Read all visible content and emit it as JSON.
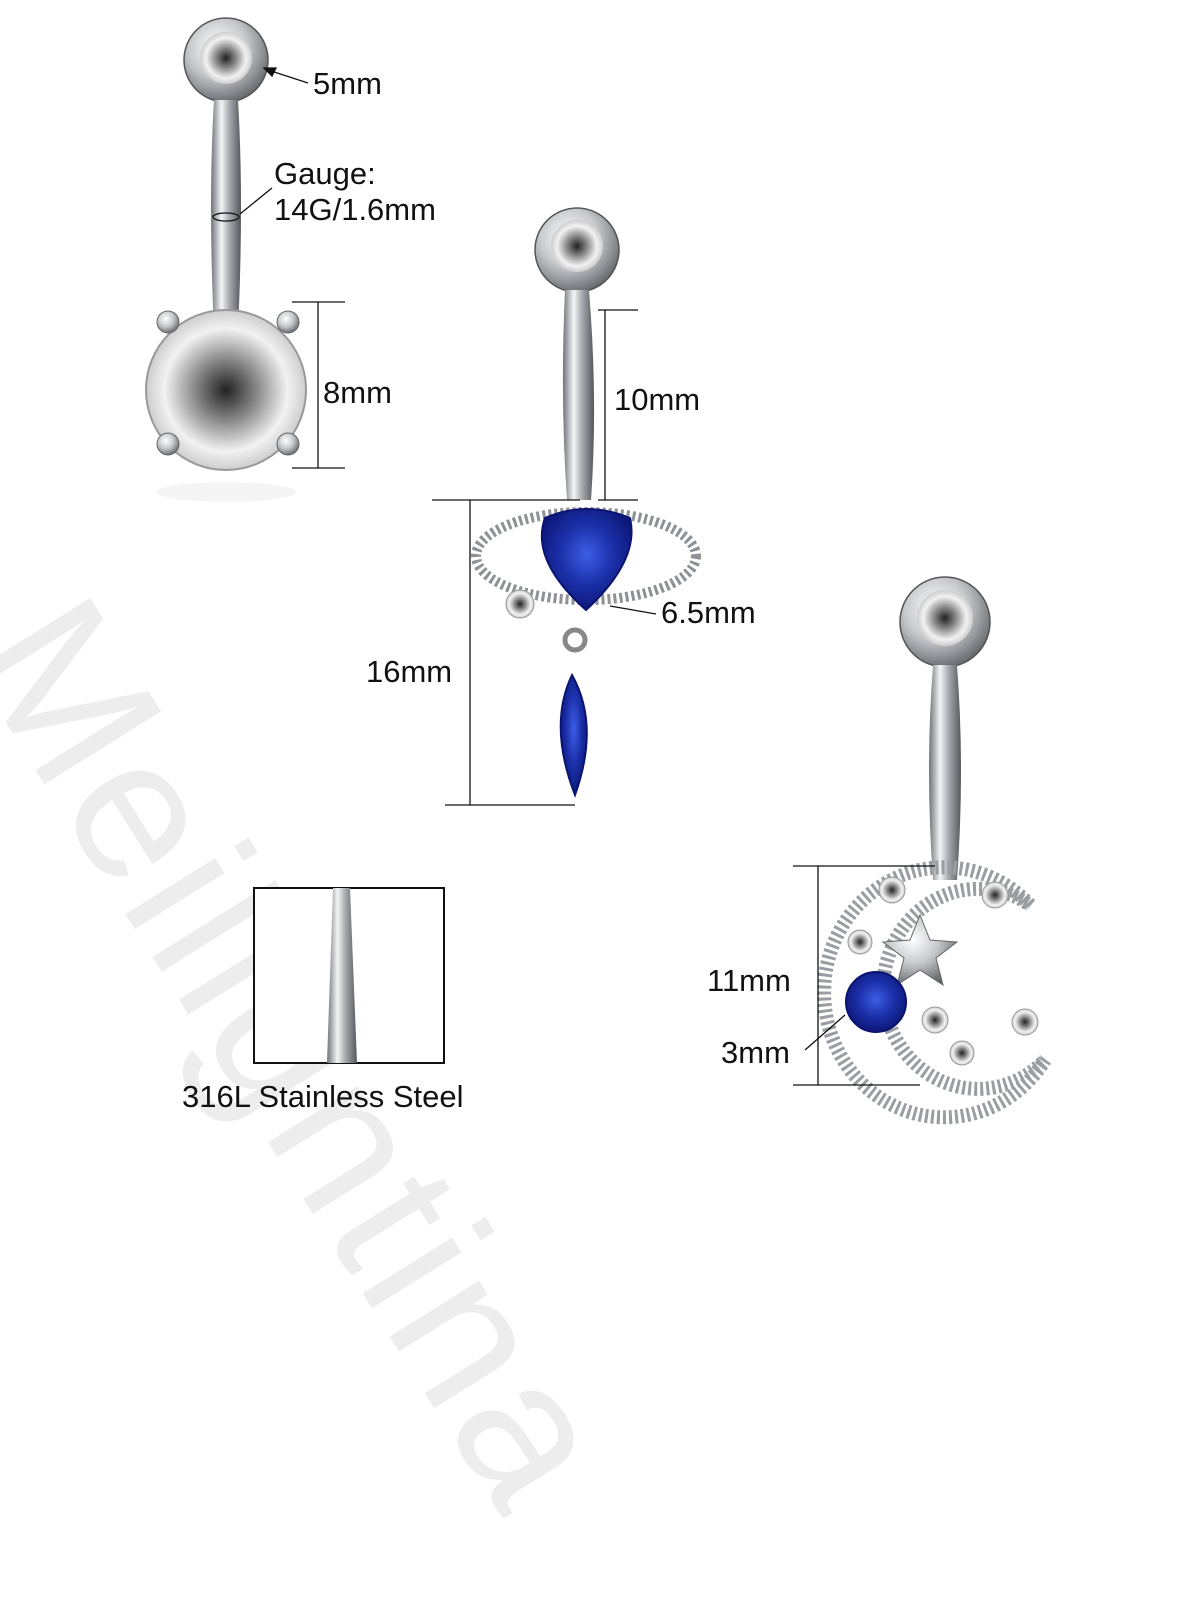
{
  "watermark": "Meiligntina",
  "labels": {
    "ball_size": "5mm",
    "gauge": "Gauge:\n14G/1.6mm",
    "gem_size_round": "8mm",
    "bar_length": "10mm",
    "heart_gem_size": "6.5mm",
    "dangle_length": "16mm",
    "moon_height": "11mm",
    "small_gem_size": "3mm",
    "material": "316L  Stainless Steel"
  },
  "colors": {
    "steel": "#b9bcc0",
    "sapphire": "#1b2fa8",
    "clear_gem": "#e9e9e9"
  }
}
